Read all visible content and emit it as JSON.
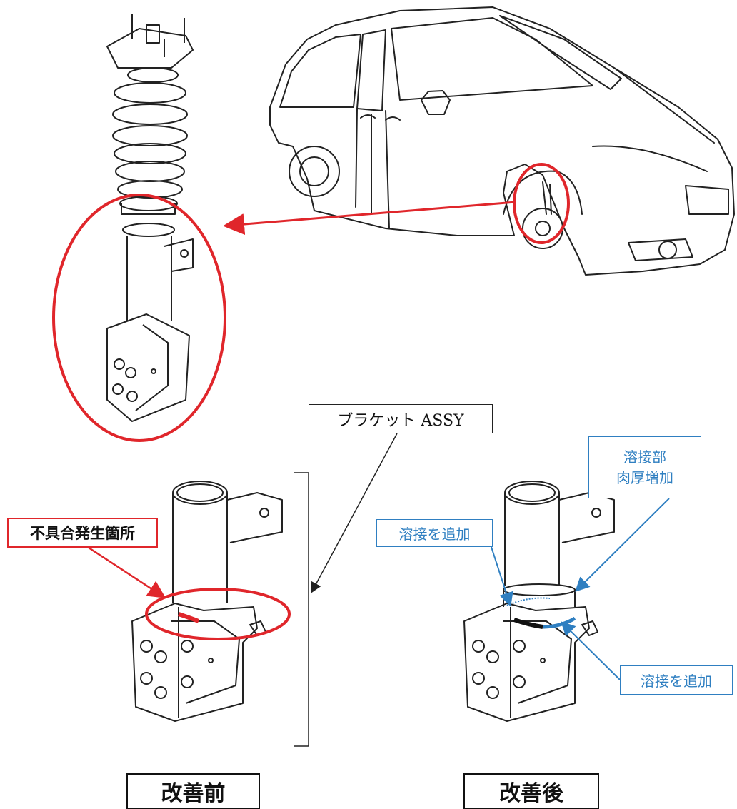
{
  "labels": {
    "bracket_assy": "ブラケット ASSY",
    "defect_location": "不具合発生箇所",
    "weld_added_left": "溶接を追加",
    "weld_thickness_line1": "溶接部",
    "weld_thickness_line2": "肉厚増加",
    "weld_added_right": "溶接を追加",
    "before_caption": "改善前",
    "after_caption": "改善後"
  },
  "icons": {
    "car": "minivan-icon",
    "strut": "coilover-strut-icon",
    "bracket_before": "strut-bracket-before-icon",
    "bracket_after": "strut-bracket-after-icon"
  },
  "colors": {
    "highlight_red": "#e0262b",
    "weld_blue": "#2f7fc1",
    "line_black": "#222222"
  }
}
